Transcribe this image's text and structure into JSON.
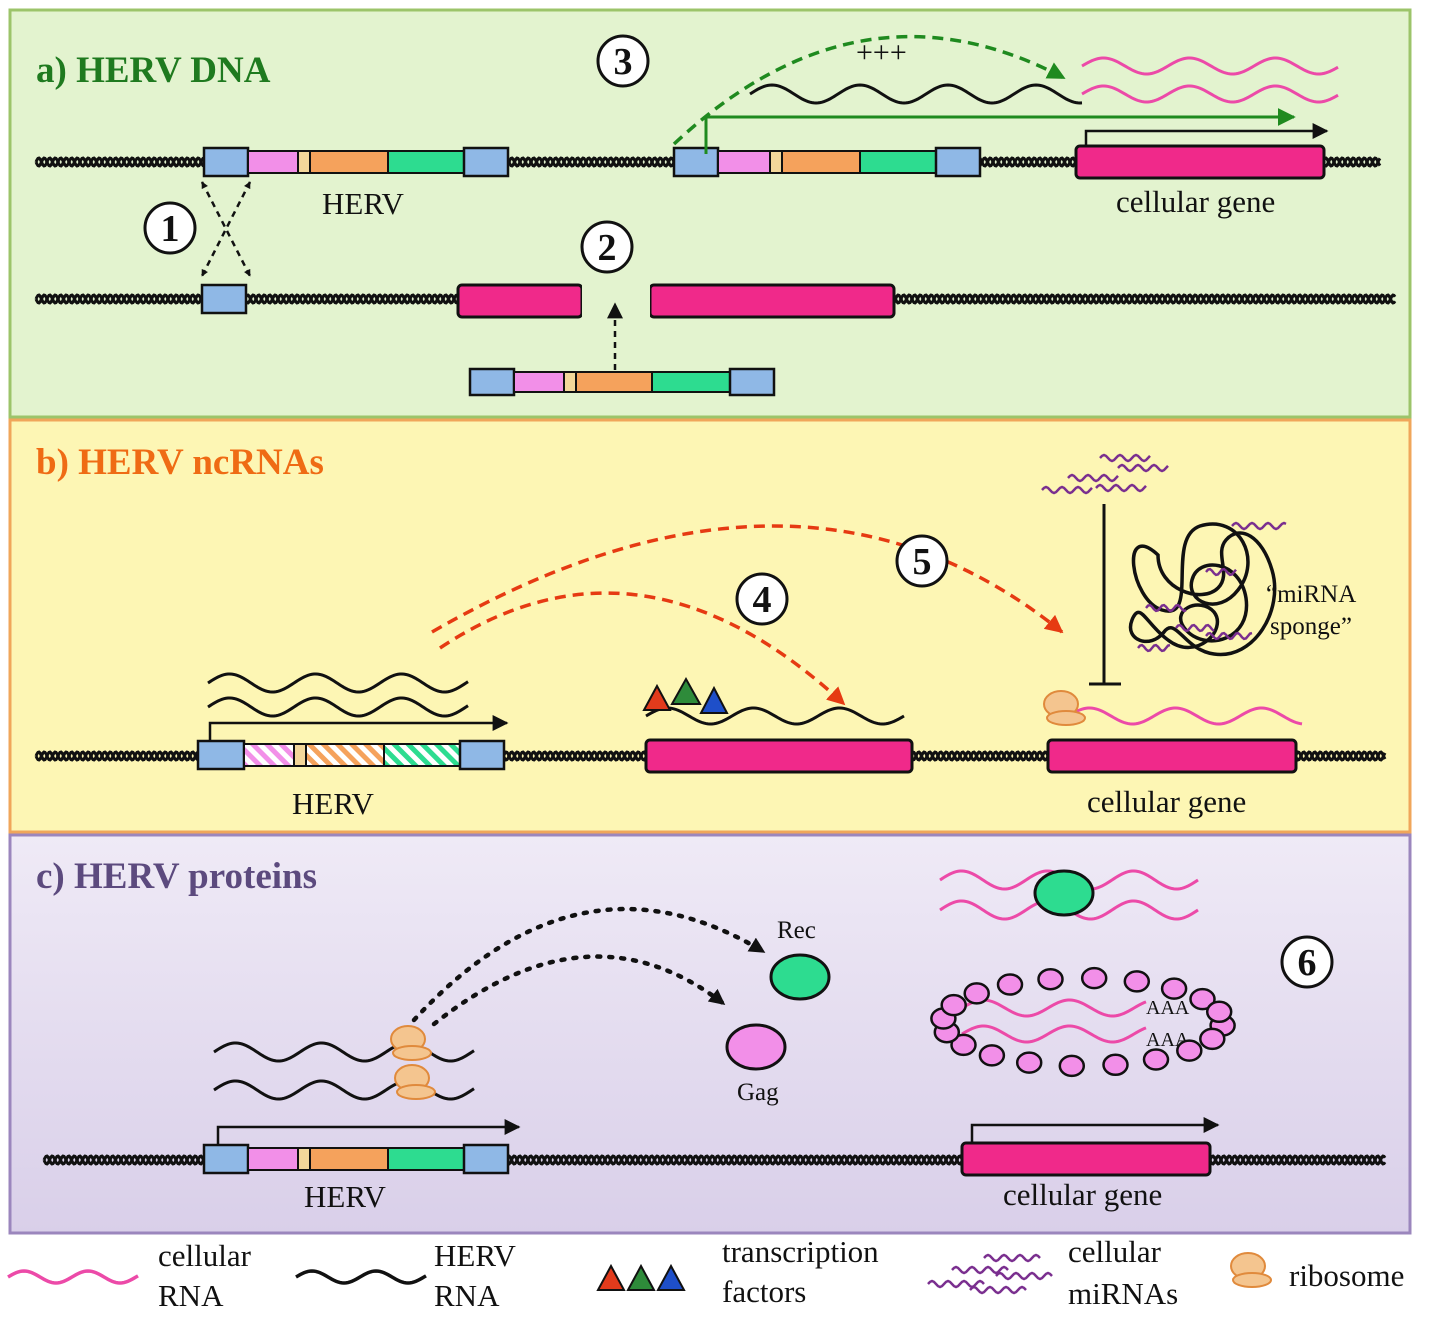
{
  "panels": {
    "a": {
      "title": "a) HERV DNA",
      "title_color": "#1f7a1f",
      "background": "#e3f3cf",
      "border": "#9cc46a",
      "herv_label": "HERV",
      "gene_label": "cellular gene",
      "plus_label": "+++",
      "steps": [
        "1",
        "2",
        "3"
      ]
    },
    "b": {
      "title": "b) HERV ncRNAs",
      "title_color": "#ef6b14",
      "background": "#fdf6b4",
      "border": "#f0a65a",
      "herv_label": "HERV",
      "gene_label": "cellular gene",
      "sponge_label_1": "“miRNA",
      "sponge_label_2": "sponge”",
      "steps": [
        "4",
        "5"
      ]
    },
    "c": {
      "title": "c) HERV proteins",
      "title_color": "#5c4a7e",
      "background": "#e6e0f0",
      "border": "#9b86bd",
      "herv_label": "HERV",
      "gene_label": "cellular gene",
      "rec_label": "Rec",
      "gag_label": "Gag",
      "polya_label": "AAA",
      "steps": [
        "6"
      ]
    }
  },
  "legend": [
    {
      "id": "cellular-rna",
      "line1": "cellular",
      "line2": "RNA"
    },
    {
      "id": "herv-rna",
      "line1": "HERV",
      "line2": "RNA"
    },
    {
      "id": "transcription-factors",
      "line1": "transcription",
      "line2": "factors"
    },
    {
      "id": "cellular-mirnas",
      "line1": "cellular",
      "line2": "miRNAs"
    },
    {
      "id": "ribosome",
      "line1": "ribosome"
    }
  ],
  "colors": {
    "ltr": "#8fb8e6",
    "gag": "#f28fe8",
    "pro": "#f3d79a",
    "pol": "#f5a25c",
    "env": "#2ddc90",
    "gene": "#f0298a",
    "cellular_rna": "#ec4aa8",
    "mirna": "#7a2f8f",
    "ribosome": "#f4c58f",
    "red_arrow": "#e63a12",
    "green_arrow": "#1f8a1f",
    "tf_red": "#e23b1c",
    "tf_green": "#2e8b3a",
    "tf_blue": "#1e4fc9",
    "rec": "#2ddc90",
    "gag_protein": "#f28fe8",
    "pabp": "#f28fe8"
  }
}
